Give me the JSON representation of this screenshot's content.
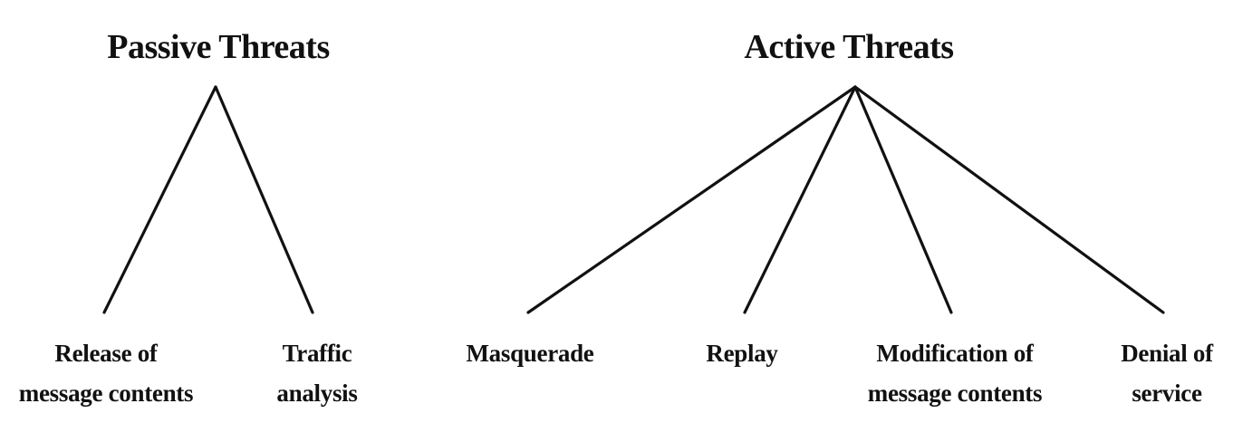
{
  "groups": [
    {
      "title": "Passive Threats",
      "children": [
        {
          "lines": [
            "Release of",
            "message contents"
          ]
        },
        {
          "lines": [
            "Traffic",
            "analysis"
          ]
        }
      ]
    },
    {
      "title": "Active Threats",
      "children": [
        {
          "lines": [
            "Masquerade"
          ]
        },
        {
          "lines": [
            "Replay"
          ]
        },
        {
          "lines": [
            "Modification of",
            "message contents"
          ]
        },
        {
          "lines": [
            "Denial of",
            "service"
          ]
        }
      ]
    }
  ],
  "colors": {
    "ink": "#111111",
    "background": "#ffffff"
  }
}
